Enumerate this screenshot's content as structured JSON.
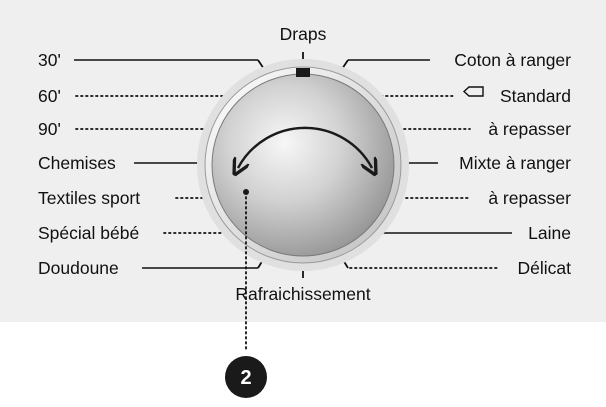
{
  "dial": {
    "top_label": "Draps",
    "bottom_label": "Rafraichissement",
    "left_labels": [
      "30'",
      "60'",
      "90'",
      "Chemises",
      "Textiles sport",
      "Spécial bébé",
      "Doudoune"
    ],
    "right_labels": [
      "Coton à ranger",
      "Standard",
      "à repasser",
      "Mixte à ranger",
      "à repasser",
      "Laine",
      "Délicat"
    ],
    "callout_number": "2",
    "icons": {
      "standard_prefix": "tag-outline-icon",
      "rotation": "double-arrow-arc-icon"
    },
    "colors": {
      "panel": "#efefef",
      "text": "#111111",
      "callout": "#1a1a1a"
    }
  }
}
